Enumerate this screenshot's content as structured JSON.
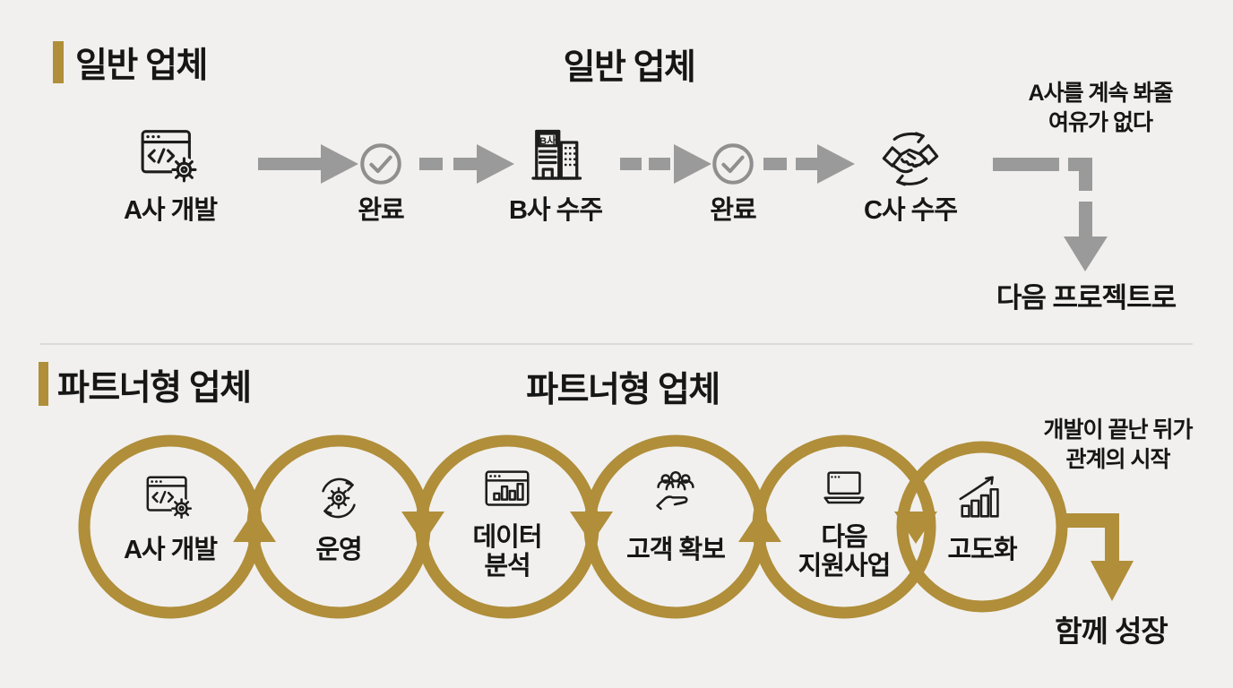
{
  "top": {
    "header": "일반 업체",
    "title": "일반 업체",
    "steps": [
      {
        "label": "A사 개발",
        "icon": "code-window-gear-icon"
      },
      {
        "label": "완료",
        "icon": "check-circle-icon"
      },
      {
        "label": "B사 수주",
        "icon": "building-icon",
        "sign": "B사"
      },
      {
        "label": "완료",
        "icon": "check-circle-icon"
      },
      {
        "label": "C사 수주",
        "icon": "handshake-cycle-icon"
      }
    ],
    "annotation": "A사를 계속 봐줄\n여유가 없다",
    "outcome": "다음 프로젝트로"
  },
  "bottom": {
    "header": "파트너형 업체",
    "title": "파트너형 업체",
    "steps": [
      {
        "label": "A사 개발",
        "icon": "code-window-gear-icon"
      },
      {
        "label": "운영",
        "icon": "gear-cycle-icon"
      },
      {
        "label": "데이터\n분석",
        "icon": "chart-window-icon"
      },
      {
        "label": "고객 확보",
        "icon": "people-hand-icon"
      },
      {
        "label": "다음\n지원사업",
        "icon": "laptop-icon"
      },
      {
        "label": "고도화",
        "icon": "growth-chart-icon"
      }
    ],
    "annotation": "개발이 끝난 뒤가\n관계의 시작",
    "outcome": "함께 성장"
  },
  "colors": {
    "accent_gold": "#B08E3A",
    "arrow_gray": "#9A9A9A",
    "check_gray": "#8F8F8F",
    "background": "#F1F0EE",
    "text": "#161616"
  }
}
